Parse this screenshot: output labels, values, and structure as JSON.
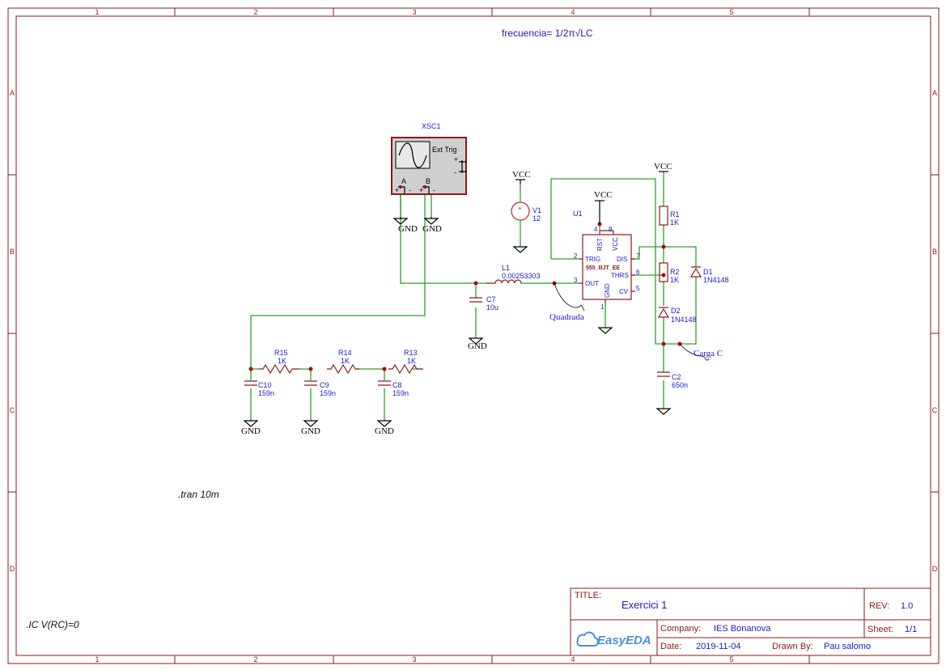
{
  "border": {
    "columns": [
      "1",
      "2",
      "3",
      "4",
      "5"
    ],
    "rows": [
      "A",
      "B",
      "C",
      "D"
    ]
  },
  "annotations": {
    "formula": "frecuencia= 1/2π√LC",
    "tran": ".tran 10m",
    "ic": ".IC V(RC)=0"
  },
  "scope": {
    "ref": "XSC1",
    "ext_trig": "Ext Trig",
    "ch_a": "A",
    "ch_b": "B",
    "plus": "+",
    "minus": "-"
  },
  "power": {
    "vcc": "VCC",
    "gnd": "GND"
  },
  "source": {
    "ref": "V1",
    "value": "12"
  },
  "inductor": {
    "ref": "L1",
    "value": "0.00253303"
  },
  "capacitors": {
    "c7": {
      "ref": "C7",
      "value": "10u"
    },
    "c2": {
      "ref": "C2",
      "value": "650n"
    },
    "c8": {
      "ref": "C8",
      "value": "159n"
    },
    "c9": {
      "ref": "C9",
      "value": "159n"
    },
    "c10": {
      "ref": "C10",
      "value": "159n"
    }
  },
  "resistors": {
    "r1": {
      "ref": "R1",
      "value": "1K"
    },
    "r2": {
      "ref": "R2",
      "value": "1K"
    },
    "r13": {
      "ref": "R13",
      "value": "1K"
    },
    "r14": {
      "ref": "R14",
      "value": "1K"
    },
    "r15": {
      "ref": "R15",
      "value": "1K"
    }
  },
  "diodes": {
    "d1": {
      "ref": "D1",
      "value": "1N4148"
    },
    "d2": {
      "ref": "D2",
      "value": "1N4148"
    }
  },
  "timer": {
    "ref": "U1",
    "name": "555_BJT_EE",
    "pins": {
      "rst": "RST",
      "vcc": "VCC",
      "trig": "TRIG",
      "dis": "DIS",
      "thrs": "THRS",
      "out": "OUT",
      "cv": "CV",
      "gnd": "GND",
      "n1": "1",
      "n2": "2",
      "n3": "3",
      "n4": "4",
      "n5": "5",
      "n6": "6",
      "n7": "7",
      "n8": "8"
    }
  },
  "net_labels": {
    "quadrada": "Quadrada",
    "carga": "Carga C"
  },
  "title_block": {
    "title_label": "TITLE:",
    "title": "Exercici 1",
    "rev_label": "REV:",
    "rev": "1.0",
    "company_label": "Company:",
    "company": "IES Bonanova",
    "sheet_label": "Sheet:",
    "sheet": "1/1",
    "date_label": "Date:",
    "date": "2019-11-04",
    "drawn_label": "Drawn By:",
    "drawn": "Pau salomo",
    "logo": "EasyEDA"
  }
}
